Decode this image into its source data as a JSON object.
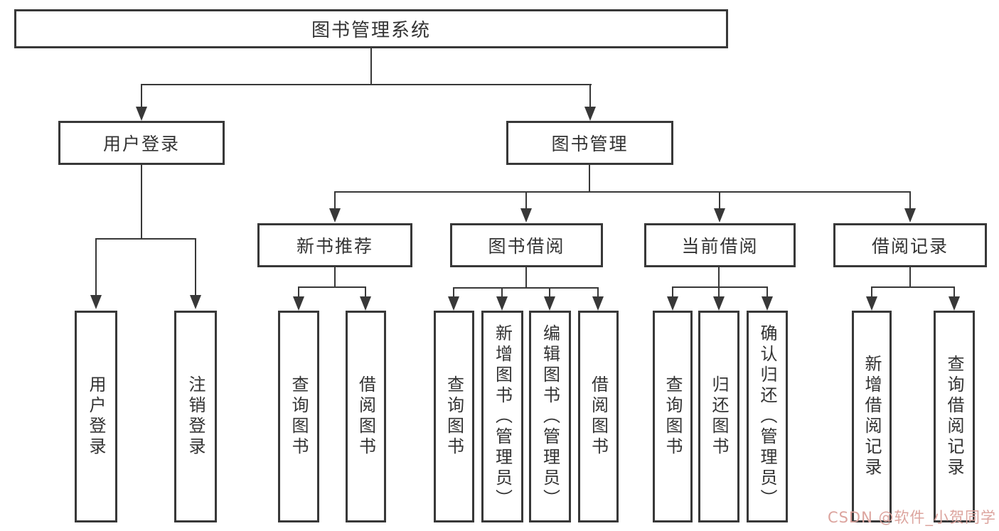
{
  "tree": {
    "label": "图书管理系统",
    "children": [
      {
        "label": "用户登录",
        "children": [
          {
            "label": "用户登录"
          },
          {
            "label": "注销登录"
          }
        ]
      },
      {
        "label": "图书管理",
        "children": [
          {
            "label": "新书推荐",
            "children": [
              {
                "label": "查询图书"
              },
              {
                "label": "借阅图书"
              }
            ]
          },
          {
            "label": "图书借阅",
            "children": [
              {
                "label": "查询图书"
              },
              {
                "label": "新增图书（管理员）"
              },
              {
                "label": "编辑图书（管理员）"
              },
              {
                "label": "借阅图书"
              }
            ]
          },
          {
            "label": "当前借阅",
            "children": [
              {
                "label": "查询图书"
              },
              {
                "label": "归还图书"
              },
              {
                "label": "确认归还（管理员）"
              }
            ]
          },
          {
            "label": "借阅记录",
            "children": [
              {
                "label": "新增借阅记录"
              },
              {
                "label": "查询借阅记录"
              }
            ]
          }
        ]
      }
    ]
  },
  "watermark": {
    "text": "CSDN @软件_小贺同学"
  },
  "colors": {
    "line": "#383838",
    "text": "#333333",
    "box_bg": "#ffffff",
    "bg": "#ffffff",
    "watermark": "#dca49e"
  }
}
